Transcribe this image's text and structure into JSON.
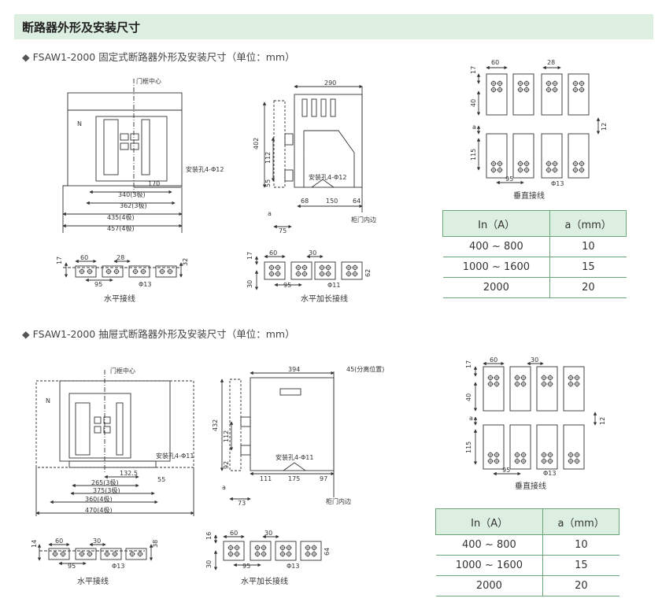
{
  "header": {
    "title": "断路器外形及安装尺寸"
  },
  "sections": [
    {
      "title": "FSAW1-2000 固定式断路器外形及安装尺寸（单位：mm）",
      "front": {
        "center_label": "门框中心",
        "n_label": "N",
        "mount_hole": "安装孔4-Φ12",
        "d170": "170",
        "d340": "340(3极)",
        "d362": "362(3极)",
        "d435": "435(4极)",
        "d457": "457(4极)"
      },
      "side": {
        "d290": "290",
        "d402": "402",
        "d112": "112",
        "d55": "55",
        "a": "a",
        "d68": "68",
        "d150": "150",
        "d64": "64",
        "d75": "75",
        "mount_hole": "安装孔4-Φ12",
        "cabinet_edge": "柜门内边"
      },
      "vertical": {
        "d60": "60",
        "d28": "28",
        "d17": "17",
        "d40": "40",
        "a": "a",
        "d115": "115",
        "d12": "12",
        "d95": "95",
        "d13": "Φ13",
        "label": "垂直接线"
      },
      "horizontal": {
        "d17": "17",
        "d60": "60",
        "d28": "28",
        "d32": "32",
        "d95": "95",
        "d13": "Φ13",
        "label": "水平接线"
      },
      "horizontal_ext": {
        "d17": "17",
        "d60": "60",
        "d30": "30",
        "d30b": "30",
        "d95": "95",
        "d11": "Φ11",
        "d62": "62",
        "label": "水平加长接线"
      },
      "table": {
        "headers": [
          "In（A）",
          "a（mm）"
        ],
        "rows": [
          [
            "400 ~ 800",
            "10"
          ],
          [
            "1000 ~ 1600",
            "15"
          ],
          [
            "2000",
            "20"
          ]
        ]
      }
    },
    {
      "title": "FSAW1-2000 抽屉式断路器外形及安装尺寸（单位：mm）",
      "front": {
        "center_label": "门框中心",
        "n_label": "N",
        "mount_hole": "安装孔4-Φ11",
        "d1325": "132.5",
        "d55": "55",
        "d265": "265(3极)",
        "d375": "375(3极)",
        "d360": "360(4极)",
        "d470": "470(4极)"
      },
      "side": {
        "d394": "394",
        "d45": "45(分离位置)",
        "d432": "432",
        "d112": "112",
        "d92": "92",
        "a": "a",
        "d111": "111",
        "d175": "175",
        "d97": "97",
        "d73": "73",
        "mount_hole": "安装孔4-Φ11",
        "cabinet_edge": "柜门内边"
      },
      "vertical": {
        "d60": "60",
        "d30": "30",
        "d17": "17",
        "d40": "40",
        "a": "a",
        "d115": "115",
        "d12": "12",
        "d95": "95",
        "d13": "Φ13",
        "label": "垂直接线"
      },
      "horizontal": {
        "d14": "14",
        "d60": "60",
        "d30": "30",
        "d38": "38",
        "d95": "95",
        "d13": "Φ13",
        "label": "水平接线"
      },
      "horizontal_ext": {
        "d16": "16",
        "d60": "60",
        "d30": "30",
        "d30b": "30",
        "d95": "95",
        "d13": "Φ13",
        "d64": "64",
        "label": "水平加长接线"
      },
      "table": {
        "headers": [
          "In（A）",
          "a（mm）"
        ],
        "rows": [
          [
            "400 ~ 800",
            "10"
          ],
          [
            "1000 ~ 1600",
            "15"
          ],
          [
            "2000",
            "20"
          ]
        ]
      }
    }
  ]
}
